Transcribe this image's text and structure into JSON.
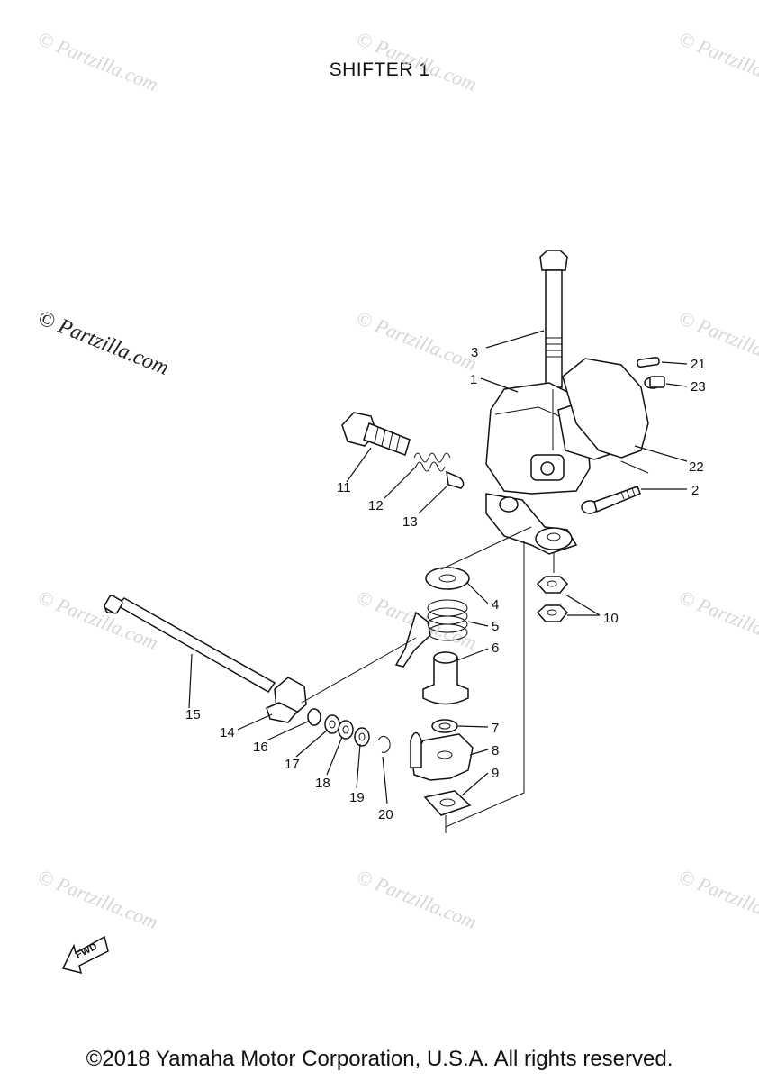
{
  "title": "SHIFTER 1",
  "copyright": "©2018 Yamaha Motor Corporation, U.S.A. All rights reserved.",
  "watermark": "© Partzilla.com",
  "fwd_label": "FWD",
  "callouts": {
    "c1": "1",
    "c2": "2",
    "c3": "3",
    "c4": "4",
    "c5": "5",
    "c6": "6",
    "c7": "7",
    "c8": "8",
    "c9": "9",
    "c10": "10",
    "c11": "11",
    "c12": "12",
    "c13": "13",
    "c14": "14",
    "c15": "15",
    "c16": "16",
    "c17": "17",
    "c18": "18",
    "c19": "19",
    "c20": "20",
    "c21": "21",
    "c22": "22",
    "c23": "23"
  }
}
